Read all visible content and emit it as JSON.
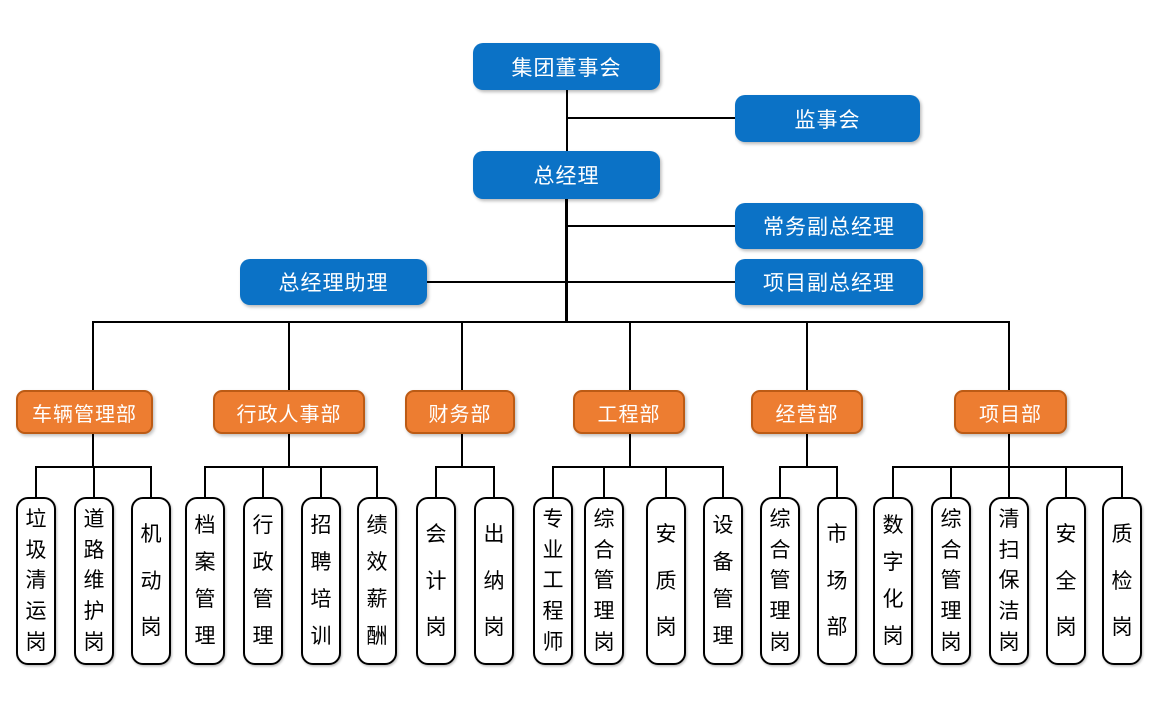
{
  "colors": {
    "executive_fill": "#0B72C6",
    "executive_text": "#FFFFFF",
    "department_fill": "#ED7D31",
    "department_border": "#BC5B15",
    "position_fill": "#FFFFFF",
    "position_border": "#000000",
    "connector": "#000000"
  },
  "executives": {
    "board": "集团董事会",
    "supervisory": "监事会",
    "general_manager": "总经理",
    "executive_deputy_gm": "常务副总经理",
    "gm_assistant": "总经理助理",
    "project_deputy_gm": "项目副总经理"
  },
  "departments": [
    {
      "label": "车辆管理部",
      "positions": [
        "垃圾清运岗",
        "道路维护岗",
        "机动岗"
      ]
    },
    {
      "label": "行政人事部",
      "positions": [
        "档案管理",
        "行政管理",
        "招聘培训",
        "绩效薪酬"
      ]
    },
    {
      "label": "财务部",
      "positions": [
        "会计岗",
        "出纳岗"
      ]
    },
    {
      "label": "工程部",
      "positions": [
        "专业工程师",
        "综合管理岗",
        "安质岗",
        "设备管理"
      ]
    },
    {
      "label": "经营部",
      "positions": [
        "综合管理岗",
        "市场部"
      ]
    },
    {
      "label": "项目部",
      "positions": [
        "数字化岗",
        "综合管理岗",
        "清扫保洁岗",
        "安全岗",
        "质检岗"
      ]
    }
  ]
}
